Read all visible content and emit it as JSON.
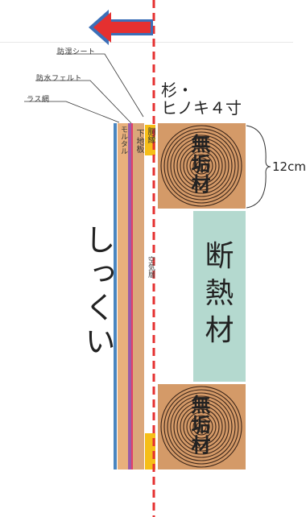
{
  "arrow": {
    "direction": "left",
    "color": "#e53030"
  },
  "labels": {
    "moisture_sheet": "防湿シート",
    "waterproof_felt": "防水フェルト",
    "lath_net": "ラス網"
  },
  "layers": {
    "mortar": "モルタル",
    "shitaji": "下地板",
    "dobuchi": "胴縁",
    "air_layer": "空気層"
  },
  "finish": "しっくい",
  "timber": {
    "species_line1": "杉・",
    "species_line2": "ヒノキ４寸",
    "size": "12cm"
  },
  "insulation": "断熱材",
  "muku_top": "無垢材",
  "muku_bottom": "無垢材",
  "colors": {
    "blue": "#4a86c0",
    "purple": "#9a5ba8",
    "pink": "#e0406a",
    "tan": "#dba77a",
    "wood": "#d49a68",
    "insulation": "#b4d9cf",
    "yellow": "#f6be18",
    "red": "#e53030"
  }
}
